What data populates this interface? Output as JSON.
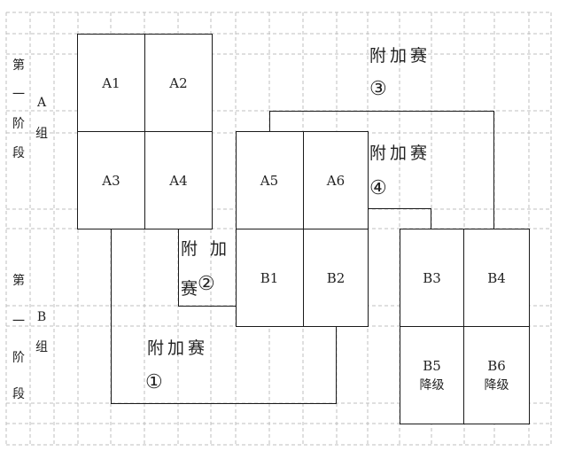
{
  "stage_label": {
    "chars": [
      "第",
      "一",
      "阶",
      "段"
    ]
  },
  "group_a_label": {
    "letter": "A",
    "word": "组"
  },
  "group_b_label": {
    "letter": "B",
    "word": "组"
  },
  "cells": {
    "a1": "A1",
    "a2": "A2",
    "a3": "A3",
    "a4": "A4",
    "a5": "A5",
    "a6": "A6",
    "b1": "B1",
    "b2": "B2",
    "b3": "B3",
    "b4": "B4",
    "b5": "B5",
    "b6": "B6"
  },
  "relegation_label": "降级",
  "playoffs": {
    "p1": {
      "text": "附加赛",
      "num": "①"
    },
    "p2": {
      "text_top": "附 加",
      "text_bottom": "赛",
      "num": "②"
    },
    "p3": {
      "text": "附加赛",
      "num": "③"
    },
    "p4": {
      "text": "附加赛",
      "num": "④"
    }
  }
}
